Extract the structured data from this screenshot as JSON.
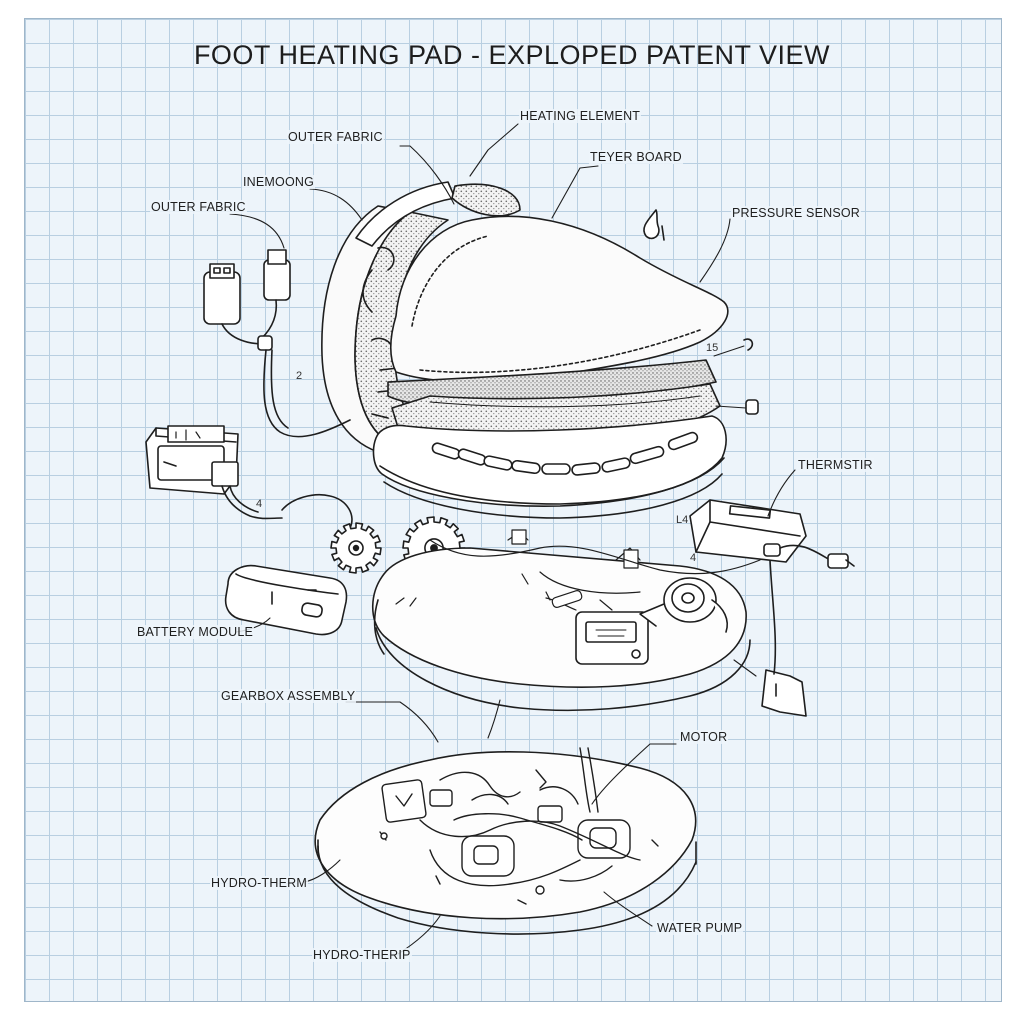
{
  "title": "FOOT HEATING PAD - EXPLOPED PATENT VIEW",
  "labels": {
    "heating_element": "HEATING ELEMENT",
    "outer_fabric_top": "OUTER FABRIC",
    "teyer_board": "TEYER BOARD",
    "inemoong": "INEMOONG",
    "outer_fabric_left": "OUTER FABRIC",
    "pressure_sensor": "PRESSURE SENSOR",
    "thermstir": "THERMSTIR",
    "battery_module": "BATTERY MODULE",
    "gearbox_assembly": "GEARBOX ASSEMBLY",
    "motor": "MOTOR",
    "hydro_therm": "HYDRO-THERM",
    "hydro_therip": "HYDRO-THERIP",
    "water_pump": "WATER PUMP"
  },
  "marks": {
    "m2": "2",
    "m15": "15",
    "m4": "4",
    "m4b": "4",
    "ml4": "L4"
  },
  "colors": {
    "ink": "#1e1e1e",
    "grid": "#b9cfe1",
    "paper": "#edf4fa"
  }
}
